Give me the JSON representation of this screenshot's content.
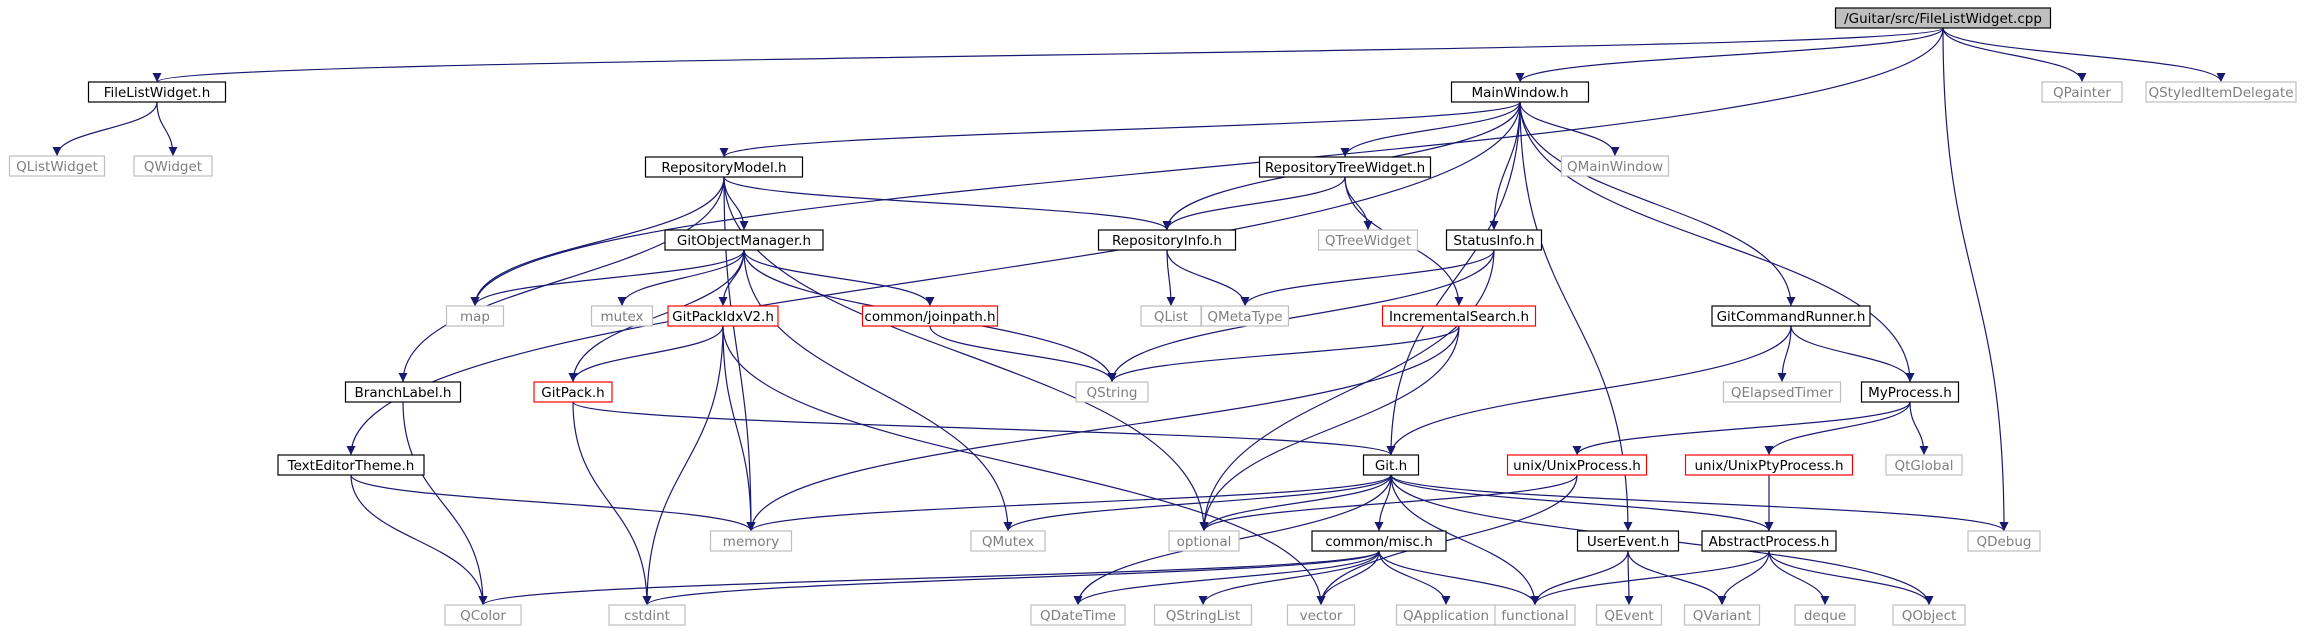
{
  "colors": {
    "edge": "#191970",
    "border_project": "#000000",
    "border_external": "#bfbfbf",
    "border_truncated": "#ff0000",
    "root_fill": "#bfbfbf",
    "text_project": "#000000",
    "text_external": "#7f7f7f"
  },
  "nodes": [
    {
      "id": "root",
      "label": "/Guitar/src/FileListWidget.cpp",
      "kind": "root"
    },
    {
      "id": "flw",
      "label": "FileListWidget.h",
      "kind": "project"
    },
    {
      "id": "qlistwidget",
      "label": "QListWidget",
      "kind": "external"
    },
    {
      "id": "qwidget",
      "label": "QWidget",
      "kind": "external"
    },
    {
      "id": "mainwindow",
      "label": "MainWindow.h",
      "kind": "project"
    },
    {
      "id": "qpainter",
      "label": "QPainter",
      "kind": "external"
    },
    {
      "id": "qstyleditemdelegate",
      "label": "QStyledItemDelegate",
      "kind": "external"
    },
    {
      "id": "repomodel",
      "label": "RepositoryModel.h",
      "kind": "project"
    },
    {
      "id": "repotree",
      "label": "RepositoryTreeWidget.h",
      "kind": "project"
    },
    {
      "id": "qmainwindow",
      "label": "QMainWindow",
      "kind": "external"
    },
    {
      "id": "gitobjmgr",
      "label": "GitObjectManager.h",
      "kind": "project"
    },
    {
      "id": "repoinfo",
      "label": "RepositoryInfo.h",
      "kind": "project"
    },
    {
      "id": "qtreewidget",
      "label": "QTreeWidget",
      "kind": "external"
    },
    {
      "id": "statusinfo",
      "label": "StatusInfo.h",
      "kind": "project"
    },
    {
      "id": "map",
      "label": "map",
      "kind": "external"
    },
    {
      "id": "mutex",
      "label": "mutex",
      "kind": "external"
    },
    {
      "id": "gitpackidx",
      "label": "GitPackIdxV2.h",
      "kind": "truncated"
    },
    {
      "id": "joinpath",
      "label": "common/joinpath.h",
      "kind": "truncated"
    },
    {
      "id": "qlist",
      "label": "QList",
      "kind": "external"
    },
    {
      "id": "qmetatype",
      "label": "QMetaType",
      "kind": "external"
    },
    {
      "id": "incsearch",
      "label": "IncrementalSearch.h",
      "kind": "truncated"
    },
    {
      "id": "gitcmdrunner",
      "label": "GitCommandRunner.h",
      "kind": "project"
    },
    {
      "id": "branchlabel",
      "label": "BranchLabel.h",
      "kind": "project"
    },
    {
      "id": "gitpack",
      "label": "GitPack.h",
      "kind": "truncated"
    },
    {
      "id": "qstring",
      "label": "QString",
      "kind": "external"
    },
    {
      "id": "qelapsedtimer",
      "label": "QElapsedTimer",
      "kind": "external"
    },
    {
      "id": "myprocess",
      "label": "MyProcess.h",
      "kind": "project"
    },
    {
      "id": "texteditortheme",
      "label": "TextEditorTheme.h",
      "kind": "project"
    },
    {
      "id": "git",
      "label": "Git.h",
      "kind": "project"
    },
    {
      "id": "unixprocess",
      "label": "unix/UnixProcess.h",
      "kind": "truncated"
    },
    {
      "id": "unixpty",
      "label": "unix/UnixPtyProcess.h",
      "kind": "truncated"
    },
    {
      "id": "qtglobal",
      "label": "QtGlobal",
      "kind": "external"
    },
    {
      "id": "memory",
      "label": "memory",
      "kind": "external"
    },
    {
      "id": "qmutex",
      "label": "QMutex",
      "kind": "external"
    },
    {
      "id": "optional",
      "label": "optional",
      "kind": "external"
    },
    {
      "id": "commonmisc",
      "label": "common/misc.h",
      "kind": "project"
    },
    {
      "id": "userevent",
      "label": "UserEvent.h",
      "kind": "project"
    },
    {
      "id": "abstractprocess",
      "label": "AbstractProcess.h",
      "kind": "project"
    },
    {
      "id": "qdebug",
      "label": "QDebug",
      "kind": "external"
    },
    {
      "id": "qcolor",
      "label": "QColor",
      "kind": "external"
    },
    {
      "id": "cstdint",
      "label": "cstdint",
      "kind": "external"
    },
    {
      "id": "qdatetime",
      "label": "QDateTime",
      "kind": "external"
    },
    {
      "id": "qstringlist",
      "label": "QStringList",
      "kind": "external"
    },
    {
      "id": "vector",
      "label": "vector",
      "kind": "external"
    },
    {
      "id": "qapplication",
      "label": "QApplication",
      "kind": "external"
    },
    {
      "id": "functional",
      "label": "functional",
      "kind": "external"
    },
    {
      "id": "qevent",
      "label": "QEvent",
      "kind": "external"
    },
    {
      "id": "qvariant",
      "label": "QVariant",
      "kind": "external"
    },
    {
      "id": "deque",
      "label": "deque",
      "kind": "external"
    },
    {
      "id": "qobject",
      "label": "QObject",
      "kind": "external"
    }
  ],
  "edges": [
    [
      "root",
      "flw"
    ],
    [
      "root",
      "mainwindow"
    ],
    [
      "root",
      "map"
    ],
    [
      "root",
      "qpainter"
    ],
    [
      "root",
      "qstyleditemdelegate"
    ],
    [
      "root",
      "qdebug"
    ],
    [
      "flw",
      "qlistwidget"
    ],
    [
      "flw",
      "qwidget"
    ],
    [
      "mainwindow",
      "repomodel"
    ],
    [
      "mainwindow",
      "repotree"
    ],
    [
      "mainwindow",
      "repoinfo"
    ],
    [
      "mainwindow",
      "qmainwindow"
    ],
    [
      "mainwindow",
      "statusinfo"
    ],
    [
      "mainwindow",
      "gitcmdrunner"
    ],
    [
      "mainwindow",
      "myprocess"
    ],
    [
      "mainwindow",
      "texteditortheme"
    ],
    [
      "mainwindow",
      "git"
    ],
    [
      "mainwindow",
      "userevent"
    ],
    [
      "repomodel",
      "gitobjmgr"
    ],
    [
      "repomodel",
      "repoinfo"
    ],
    [
      "repomodel",
      "map"
    ],
    [
      "repomodel",
      "branchlabel"
    ],
    [
      "repomodel",
      "memory"
    ],
    [
      "repomodel",
      "optional"
    ],
    [
      "repotree",
      "repoinfo"
    ],
    [
      "repotree",
      "qtreewidget"
    ],
    [
      "repotree",
      "incsearch"
    ],
    [
      "repoinfo",
      "qlist"
    ],
    [
      "repoinfo",
      "qmetatype"
    ],
    [
      "statusinfo",
      "qmetatype"
    ],
    [
      "statusinfo",
      "qstring"
    ],
    [
      "statusinfo",
      "optional"
    ],
    [
      "gitobjmgr",
      "map"
    ],
    [
      "gitobjmgr",
      "mutex"
    ],
    [
      "gitobjmgr",
      "gitpackidx"
    ],
    [
      "gitobjmgr",
      "joinpath"
    ],
    [
      "gitobjmgr",
      "gitpack"
    ],
    [
      "gitobjmgr",
      "qstring"
    ],
    [
      "gitobjmgr",
      "qmutex"
    ],
    [
      "gitpackidx",
      "gitpack"
    ],
    [
      "gitpackidx",
      "memory"
    ],
    [
      "gitpackidx",
      "cstdint"
    ],
    [
      "gitpackidx",
      "vector"
    ],
    [
      "joinpath",
      "qstring"
    ],
    [
      "incsearch",
      "qstring"
    ],
    [
      "incsearch",
      "memory"
    ],
    [
      "incsearch",
      "optional"
    ],
    [
      "gitcmdrunner",
      "qelapsedtimer"
    ],
    [
      "gitcmdrunner",
      "myprocess"
    ],
    [
      "gitcmdrunner",
      "git"
    ],
    [
      "branchlabel",
      "qcolor"
    ],
    [
      "gitpack",
      "git"
    ],
    [
      "gitpack",
      "cstdint"
    ],
    [
      "myprocess",
      "unixprocess"
    ],
    [
      "myprocess",
      "unixpty"
    ],
    [
      "myprocess",
      "qtglobal"
    ],
    [
      "texteditortheme",
      "memory"
    ],
    [
      "texteditortheme",
      "qcolor"
    ],
    [
      "git",
      "memory"
    ],
    [
      "git",
      "qmutex"
    ],
    [
      "git",
      "optional"
    ],
    [
      "git",
      "commonmisc"
    ],
    [
      "git",
      "abstractprocess"
    ],
    [
      "git",
      "qdebug"
    ],
    [
      "git",
      "qobject"
    ],
    [
      "git",
      "functional"
    ],
    [
      "git",
      "qdatetime"
    ],
    [
      "unixprocess",
      "optional"
    ],
    [
      "unixprocess",
      "vector"
    ],
    [
      "unixpty",
      "abstractprocess"
    ],
    [
      "commonmisc",
      "qcolor"
    ],
    [
      "commonmisc",
      "cstdint"
    ],
    [
      "commonmisc",
      "qdatetime"
    ],
    [
      "commonmisc",
      "qstringlist"
    ],
    [
      "commonmisc",
      "vector"
    ],
    [
      "commonmisc",
      "qapplication"
    ],
    [
      "commonmisc",
      "functional"
    ],
    [
      "userevent",
      "functional"
    ],
    [
      "userevent",
      "qevent"
    ],
    [
      "userevent",
      "qvariant"
    ],
    [
      "abstractprocess",
      "functional"
    ],
    [
      "abstractprocess",
      "qvariant"
    ],
    [
      "abstractprocess",
      "deque"
    ],
    [
      "abstractprocess",
      "qobject"
    ]
  ]
}
